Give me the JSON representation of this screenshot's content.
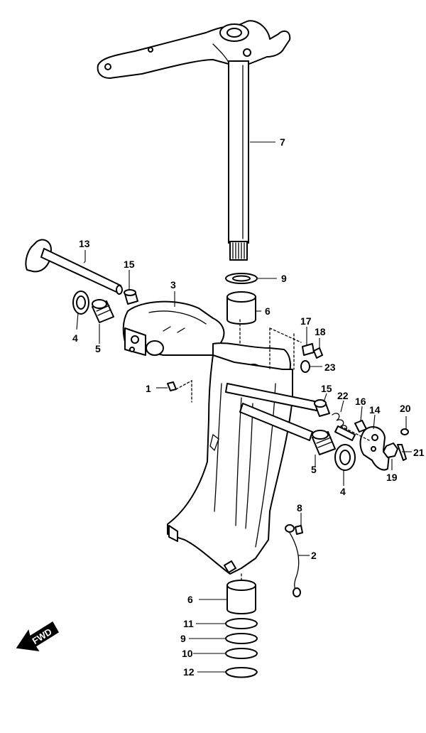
{
  "callouts": {
    "c7": "7",
    "c13": "13",
    "c15a": "15",
    "c3": "3",
    "c9a": "9",
    "c6a": "6",
    "c4a": "4",
    "c5a": "5",
    "c17": "17",
    "c18": "18",
    "c23": "23",
    "c1": "1",
    "c15b": "15",
    "c22": "22",
    "c16": "16",
    "c14": "14",
    "c20": "20",
    "c21": "21",
    "c19": "19",
    "c5b": "5",
    "c4b": "4",
    "c8": "8",
    "c2": "2",
    "c6b": "6",
    "c11": "11",
    "c9b": "9",
    "c10": "10",
    "c12": "12"
  },
  "fwd_label": "FWD"
}
